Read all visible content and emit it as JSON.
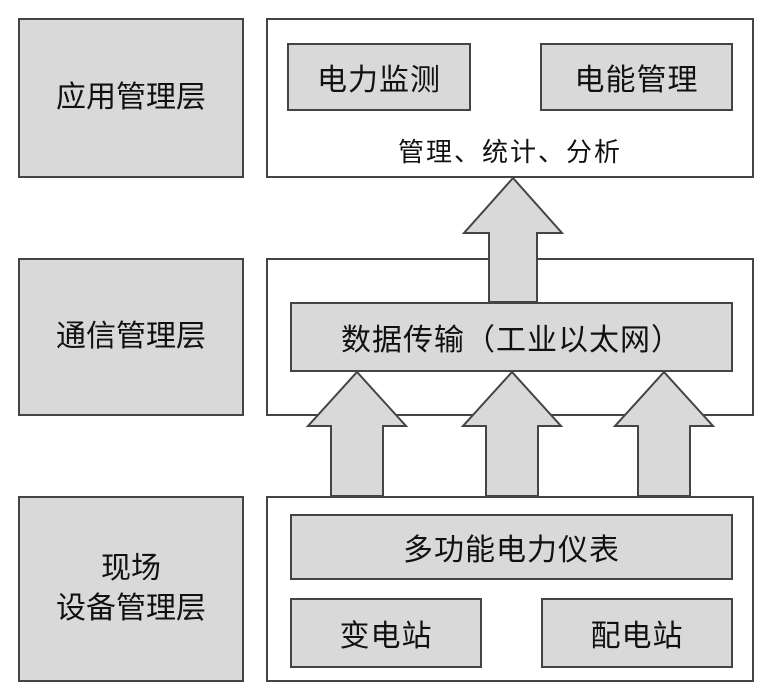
{
  "layers": {
    "application": "应用管理层",
    "communication": "通信管理层",
    "field_line1": "现场",
    "field_line2": "设备管理层"
  },
  "application": {
    "power_monitoring": "电力监测",
    "energy_management": "电能管理",
    "note": "管理、统计、分析"
  },
  "communication": {
    "data_transfer": "数据传输（工业以太网）"
  },
  "field": {
    "multifunction_meter": "多功能电力仪表",
    "substation": "变电站",
    "distribution_station": "配电站"
  },
  "colors": {
    "box_fill": "#d9d9d9",
    "border": "#444444",
    "background": "#ffffff"
  }
}
